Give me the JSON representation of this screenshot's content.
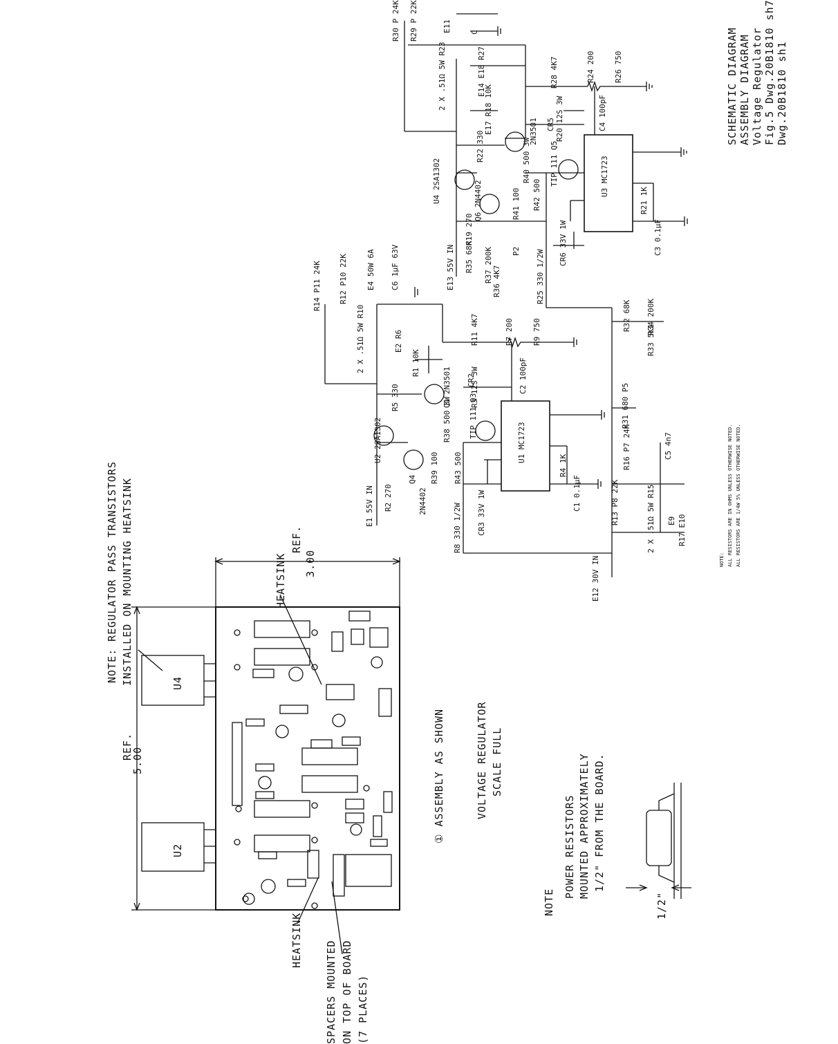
{
  "assembly": {
    "note_line1": "NOTE: REGULATOR PASS TRANSISTORS",
    "note_line2": "INSTALLED ON MOUNTING HEATSINK",
    "ref_label": "REF.",
    "ref_width": "5.00",
    "ref_height": "3.00",
    "heatsink_label": "HEATSINK",
    "spacers_line1": "SPACERS MOUNTED",
    "spacers_line2": "ON TOP OF BOARD",
    "spacers_line3": "(7 PLACES)",
    "u2_label": "U2",
    "u4_label": "U4",
    "callout": "① ASSEMBLY AS SHOWN",
    "title_line1": "VOLTAGE REGULATOR",
    "title_line2": "SCALE FULL"
  },
  "power_note": {
    "heading": "NOTE",
    "line1": "POWER RESISTORS",
    "line2": "MOUNTED APPROXIMATELY",
    "line3": "1/2\" FROM THE BOARD.",
    "dimension": "1/2\""
  },
  "title_block": {
    "line1": "SCHEMATIC DIAGRAM",
    "line2": "ASSEMBLY DIAGRAM",
    "line3": "Voltage Regulator",
    "line4": "Fig.5 Dwg.20B1810 sh7",
    "line5": "Dwg.20B1810 sh1"
  },
  "notes": {
    "heading": "NOTE:",
    "line1": "ALL RESISTORS ARE IN OHMS UNLESS OTHERWISE NOTED.",
    "line2": "ALL RESISTORS ARE 1/4W 5% UNLESS OTHERWISE NOTED."
  },
  "upper": {
    "r30": "R30 P 24K",
    "r29": "R29 P 22K",
    "e11": "E11",
    "c": "C",
    "r23": "2 X .51Ω 5W R23",
    "r27": "E14 E18 R27",
    "r18": "E17 R18 10K",
    "r22": "R22 330",
    "q2": "2N3501",
    "r28": "R28 4K7",
    "r24": "R24 200",
    "r26": "R26 750",
    "c4": "C4 100pF",
    "cr5": "CR5",
    "r20": "R20 12S 3W",
    "q5": "TIP 111 Q5",
    "r40": "R40 500 3W",
    "u4": "U4 2SA1302",
    "q6": "Q6 2N4402",
    "r41": "R41 100",
    "r42": "R42 500",
    "u3": "U3 MC1723",
    "r21": "R21 1K",
    "c3": "C3 0.1µF",
    "r19": "R19 270",
    "e13": "E13 55V IN",
    "r35": "R35 68K",
    "r37": "R37 200K",
    "r36": "R36 4K7",
    "p2": "P2",
    "r25": "R25 330 1/2W",
    "cr6": "CR6 33V 1W"
  },
  "lower": {
    "r14": "R14 P11 24K",
    "r12": "R12 P10 22K",
    "e4": "E4 50W 6A",
    "c6": "C6 1µF 63V",
    "r10": "2 X .51Ω 5W R10",
    "r6": "E2 R6",
    "r1": "R1 10K",
    "r5": "R5 330",
    "q1": "Q1 2N3501",
    "r11": "R11 4K7",
    "r7": "R7 200",
    "r9": "R9 750",
    "c2": "C2 100pF",
    "cr2": "CR2",
    "r3": "R3 12S 3W",
    "q3": "TIP 111 Q3",
    "r38": "R38 500 3W",
    "u2": "U2 2SA1302",
    "q4": "Q4",
    "r39": "R39 100",
    "r43": "R43 500",
    "u1": "U1 MC1723",
    "r4": "R4 1K",
    "c1": "C1 0.1µF",
    "r2": "R2 270",
    "e1": "E1 55V IN",
    "q4part": "2N4402",
    "r8": "R8 330 1/2W",
    "cr3": "CR3 33V 1W",
    "e12": "E12 30V IN",
    "r13": "R13 P8 22K",
    "r15": "2 X .51Ω 5W R15",
    "e9": "E9",
    "r17": "R17 E10",
    "r16": "R16 P7 24K",
    "c5": "C5 4n7",
    "r31": "R31 680 P5",
    "r32": "R32 68K",
    "r34": "R34 200K",
    "r33": "R33 5K1"
  }
}
